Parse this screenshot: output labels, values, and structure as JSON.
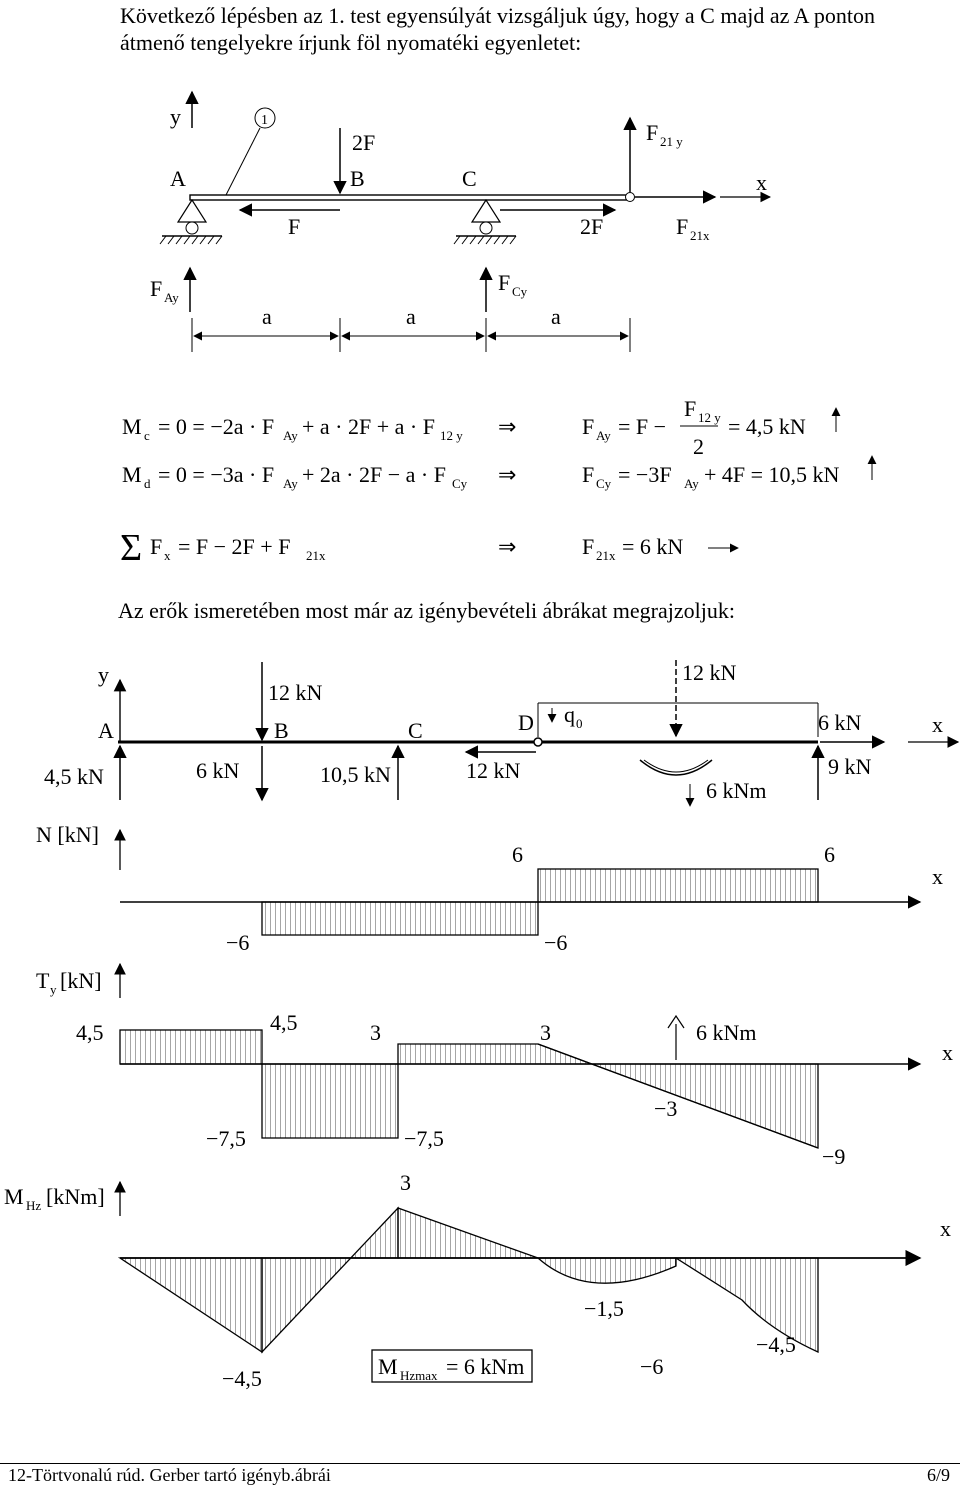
{
  "intro_text": "Következő lépésben az 1. test egyensúlyát vizsgáljuk úgy, hogy a C majd az A ponton átmenő tengelyekre írjunk föl nyomatéki egyenletet:",
  "mid_text": "Az erők ismeretében most már az igénybevételi ábrákat megrajzoljuk:",
  "footer": {
    "left": "12-Törtvonalú rúd. Gerber tartó igényb.ábrái",
    "right": "6/9"
  },
  "top_diagram": {
    "y_axis": "y",
    "x_axis": "x",
    "body_label": "1",
    "point_A": "A",
    "point_B": "B",
    "point_C": "C",
    "force_2F_top": "2F",
    "force_F_bottom": "F",
    "force_2F_bottom": "2F",
    "F21y": "F",
    "F21y_sub": "21 y",
    "F21x": "F",
    "F21x_sub": "21x",
    "FAy": "F",
    "FAy_sub": "Ay",
    "FCy": "F",
    "FCy_sub": "Cy",
    "dims": [
      "a",
      "a",
      "a"
    ]
  },
  "equations": {
    "eq1_left": "M",
    "eq1_left_sub": "c",
    "eq1_body": "= 0 = −2a · F",
    "eq1_sub1": "Ay",
    "eq1_body2": "+ a · 2F + a · F",
    "eq1_sub2": "12 y",
    "eq1_right": "F",
    "eq1_right_sub": "Ay",
    "eq1_right_body": "= F −",
    "eq1_frac_num": "F",
    "eq1_frac_num_sub": "12 y",
    "eq1_frac_den": "2",
    "eq1_result": "= 4,5 kN",
    "eq2_left": "M",
    "eq2_left_sub": "d",
    "eq2_body": "= 0 = −3a · F",
    "eq2_sub1": "Ay",
    "eq2_body2": "+ 2a · 2F − a · F",
    "eq2_sub2": "Cy",
    "eq2_right": "F",
    "eq2_right_sub": "Cy",
    "eq2_right_body": "= −3F",
    "eq2_right_sub2": "Ay",
    "eq2_result": "+ 4F = 10,5 kN",
    "eq3_sum": "Σ",
    "eq3_left": "F",
    "eq3_left_sub": "x",
    "eq3_body": "= F − 2F + F",
    "eq3_sub": "21x",
    "eq3_right": "F",
    "eq3_right_sub": "21x",
    "eq3_result": "= 6 kN",
    "implies": "⇒"
  },
  "load_diagram": {
    "y_axis": "y",
    "x_axis": "x",
    "A": "A",
    "B": "B",
    "C": "C",
    "D": "D",
    "q0": "q",
    "q0_sub": "0",
    "load_12kN_B": "12 kN",
    "load_12kN_right": "12 kN",
    "load_6kN_right": "6 kN",
    "reaction_A": "4,5 kN",
    "load_6kN_B": "6 kN",
    "reaction_C": "10,5 kN",
    "load_12kN_D": "12 kN",
    "moment_label": "6 kNm",
    "reaction_end": "9 kN"
  },
  "N_diagram": {
    "label": "N [kN]",
    "val_right1": "6",
    "val_right2": "6",
    "val_neg1": "−6",
    "val_neg2": "−6",
    "x_axis": "x"
  },
  "T_diagram": {
    "label": "T",
    "label_sub": "y",
    "label_unit": "[kN]",
    "v1": "4,5",
    "v2": "4,5",
    "v3": "3",
    "v4": "3",
    "moment": "6 kNm",
    "n1": "−7,5",
    "n2": "−7,5",
    "n3": "−3",
    "n4": "−9",
    "x_axis": "x"
  },
  "M_diagram": {
    "label": "M",
    "label_sub": "Hz",
    "label_unit": "[kNm]",
    "pos": "3",
    "n1": "−4,5",
    "n2": "−1,5",
    "n3": "−6",
    "n4": "−4,5",
    "max_label": "M",
    "max_sub": "Hzmax",
    "max_val": "= 6 kNm",
    "x_axis": "x"
  }
}
